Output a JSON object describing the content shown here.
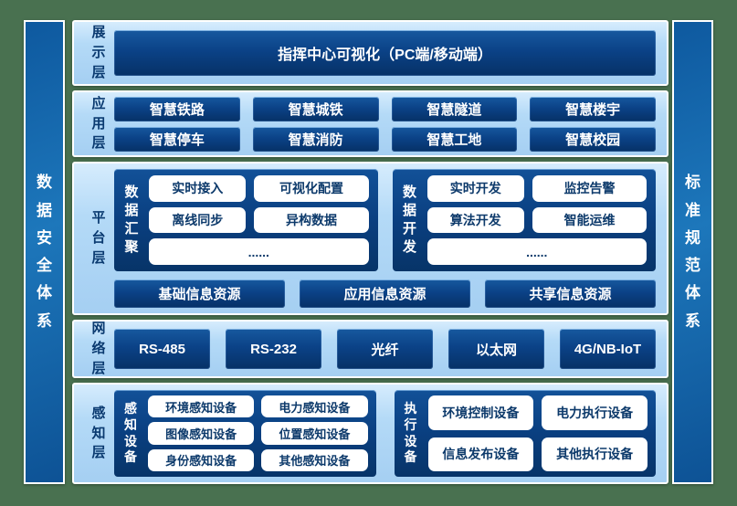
{
  "colors": {
    "background_green": "#497150",
    "panel_light_blue": "#b4daf7",
    "box_dark_blue": "#0b4287",
    "sidebar_blue": "#1d77bb",
    "text_white": "#ffffff",
    "text_navy": "#0d3a6b"
  },
  "sidebars": {
    "left": "数据安全体系",
    "right": "标准规范体系"
  },
  "layers": {
    "display": {
      "label": "展示层",
      "box": "指挥中心可视化（PC端/移动端）"
    },
    "application": {
      "label": "应用层",
      "boxes": [
        "智慧铁路",
        "智慧城铁",
        "智慧隧道",
        "智慧楼宇",
        "智慧停车",
        "智慧消防",
        "智慧工地",
        "智慧校园"
      ]
    },
    "platform": {
      "label": "平台层",
      "groups": [
        {
          "name": "数据汇聚",
          "items": [
            "实时接入",
            "可视化配置",
            "离线同步",
            "异构数据"
          ],
          "more": "......"
        },
        {
          "name": "数据开发",
          "items": [
            "实时开发",
            "监控告警",
            "算法开发",
            "智能运维"
          ],
          "more": "......"
        }
      ],
      "resources": [
        "基础信息资源",
        "应用信息资源",
        "共享信息资源"
      ]
    },
    "network": {
      "label": "网络层",
      "boxes": [
        "RS-485",
        "RS-232",
        "光纤",
        "以太网",
        "4G/NB-IoT"
      ]
    },
    "perception": {
      "label": "感知层",
      "groups": [
        {
          "name": "感知设备",
          "items": [
            "环境感知设备",
            "电力感知设备",
            "图像感知设备",
            "位置感知设备",
            "身份感知设备",
            "其他感知设备"
          ]
        },
        {
          "name": "执行设备",
          "items": [
            "环境控制设备",
            "电力执行设备",
            "信息发布设备",
            "其他执行设备"
          ]
        }
      ]
    }
  }
}
